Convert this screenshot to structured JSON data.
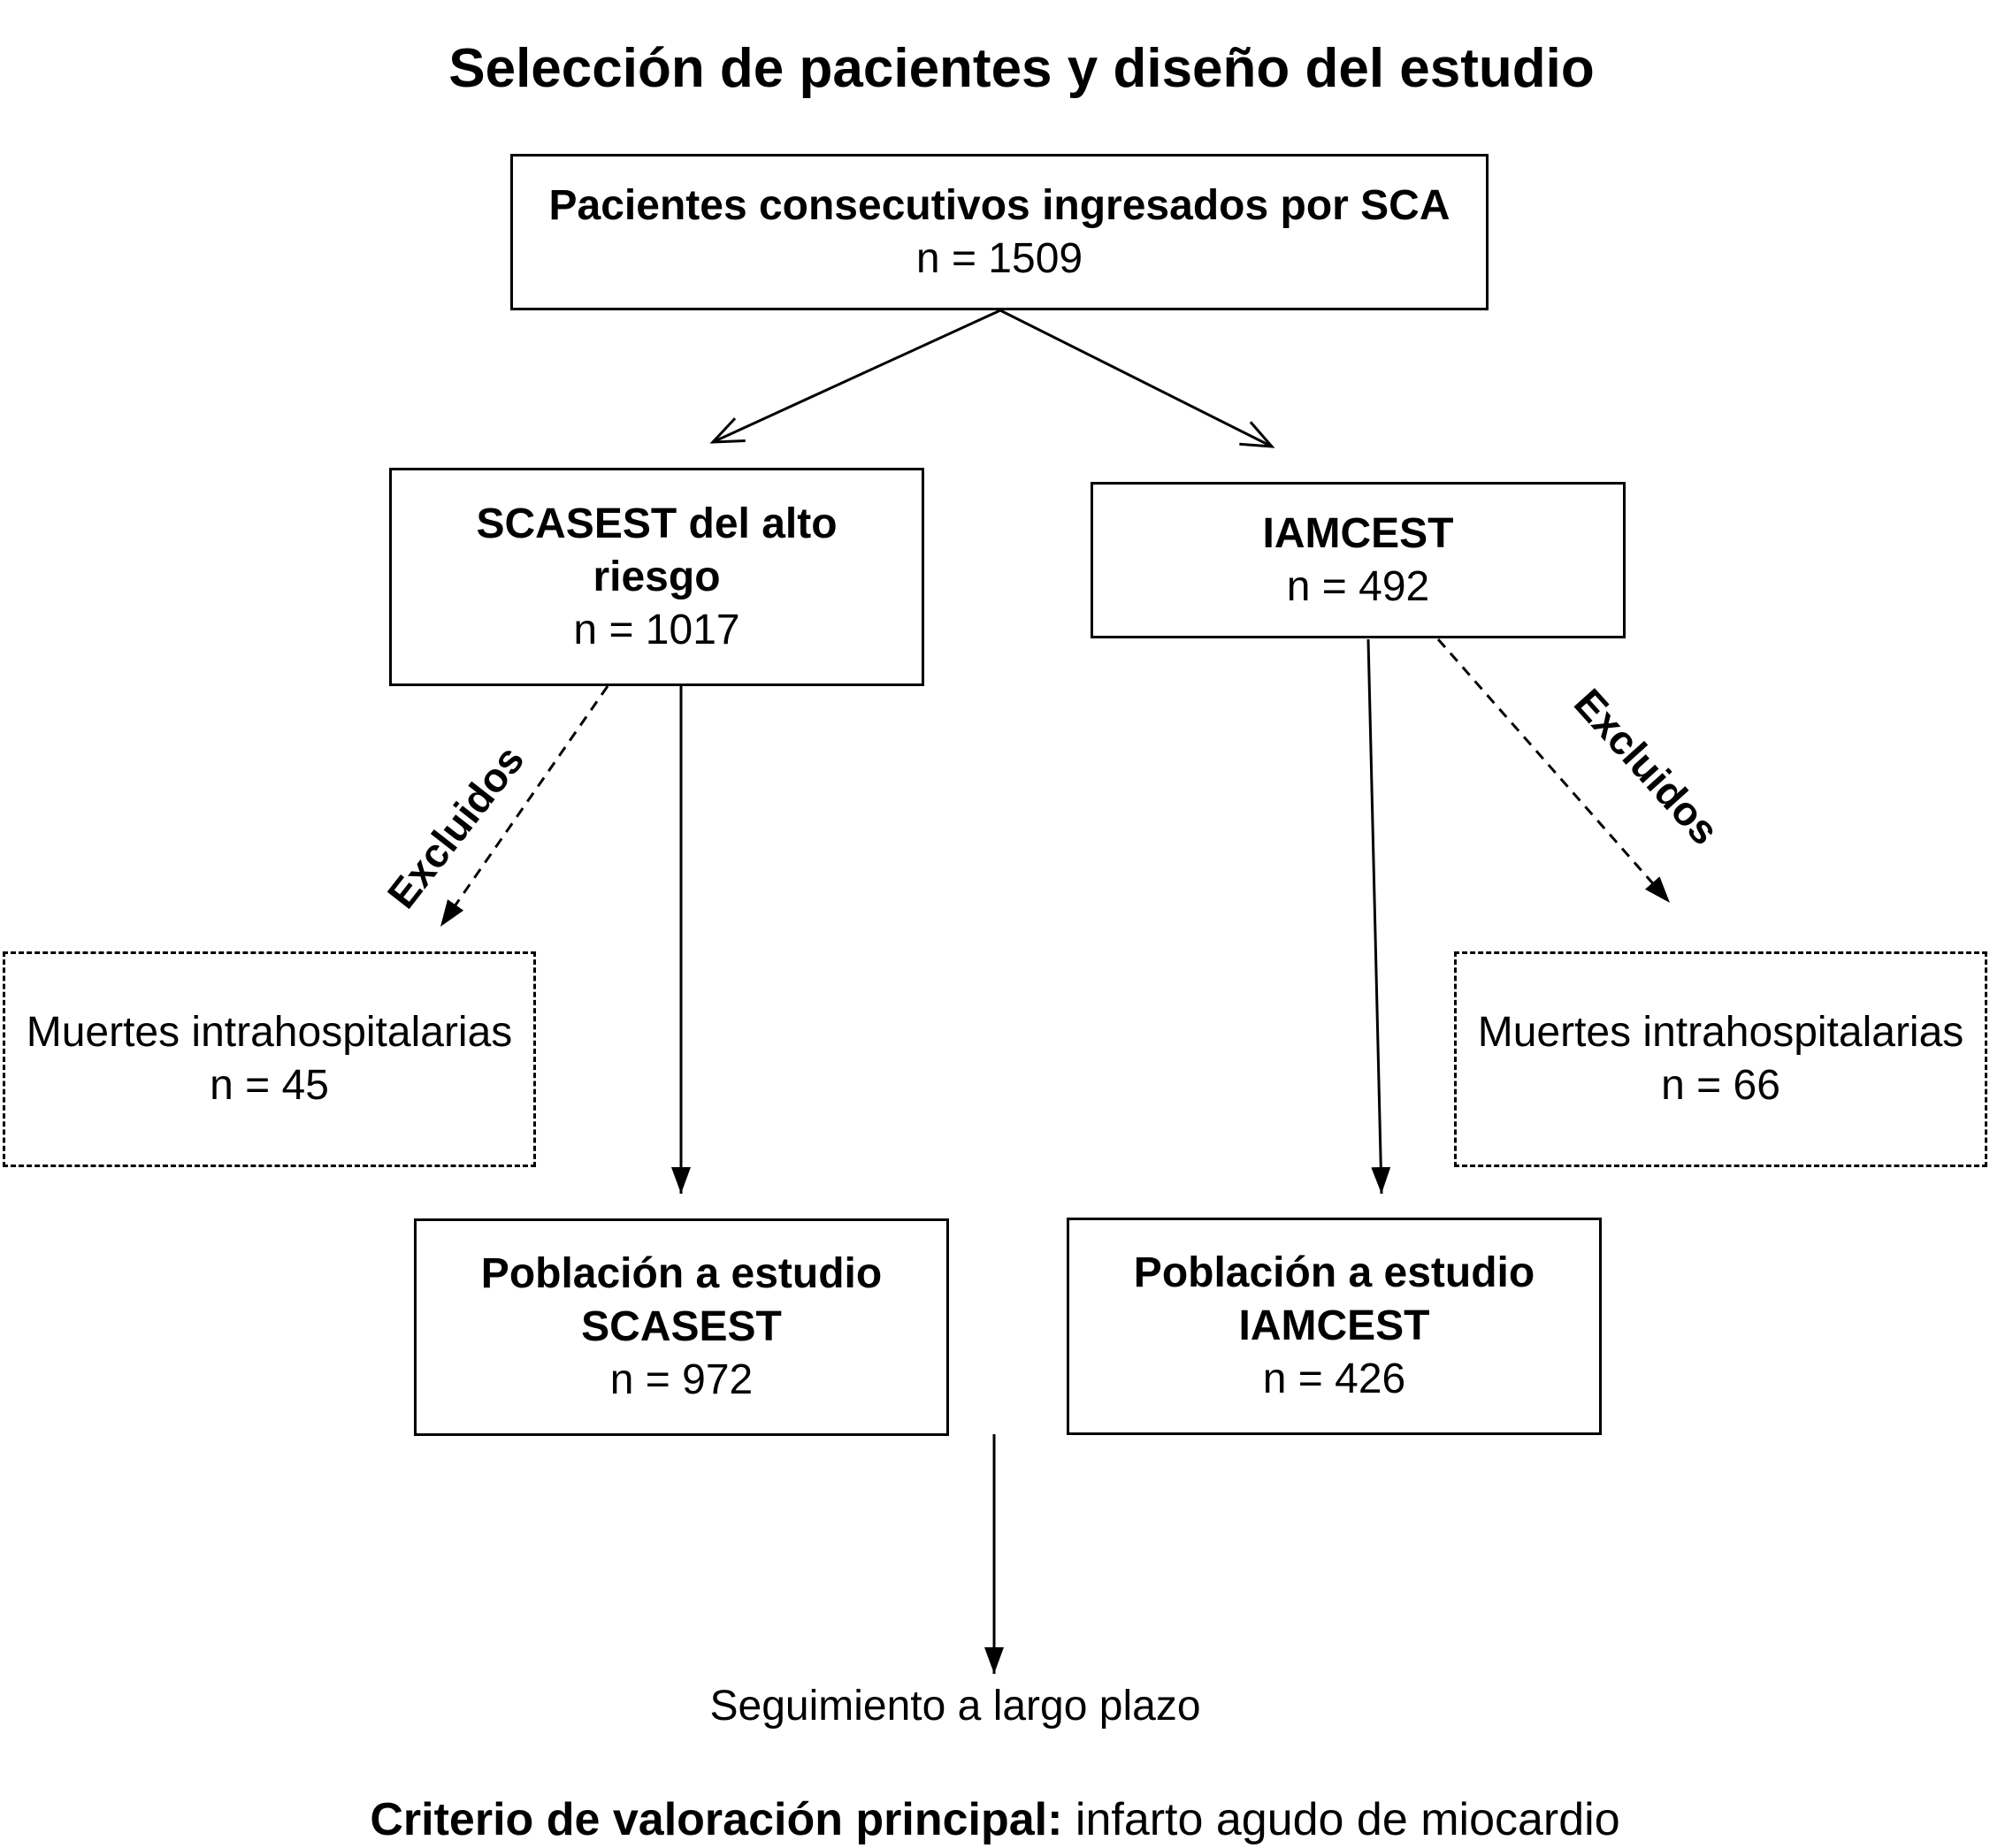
{
  "title": "Selección de pacientes y diseño del estudio",
  "top_box": {
    "label": "Pacientes consecutivos ingresados por SCA",
    "n": "n = 1509"
  },
  "left_box": {
    "label": "SCASEST del alto riesgo",
    "n": "n = 1017"
  },
  "right_box": {
    "label": "IAMCEST",
    "n": "n = 492"
  },
  "excluded_label": "Excluidos",
  "left_excluded": {
    "label": "Muertes intrahospitalarias",
    "n": "n = 45"
  },
  "right_excluded": {
    "label": "Muertes intrahospitalarias",
    "n": "n = 66"
  },
  "left_study": {
    "label": "Población a estudio SCASEST",
    "n": "n = 972"
  },
  "right_study": {
    "label": "Población a estudio IAMCEST",
    "n": "n = 426"
  },
  "followup": "Seguimiento a largo plazo",
  "criterion": {
    "label": "Criterio de valoración principal:",
    "value": " infarto agudo de miocardio"
  }
}
